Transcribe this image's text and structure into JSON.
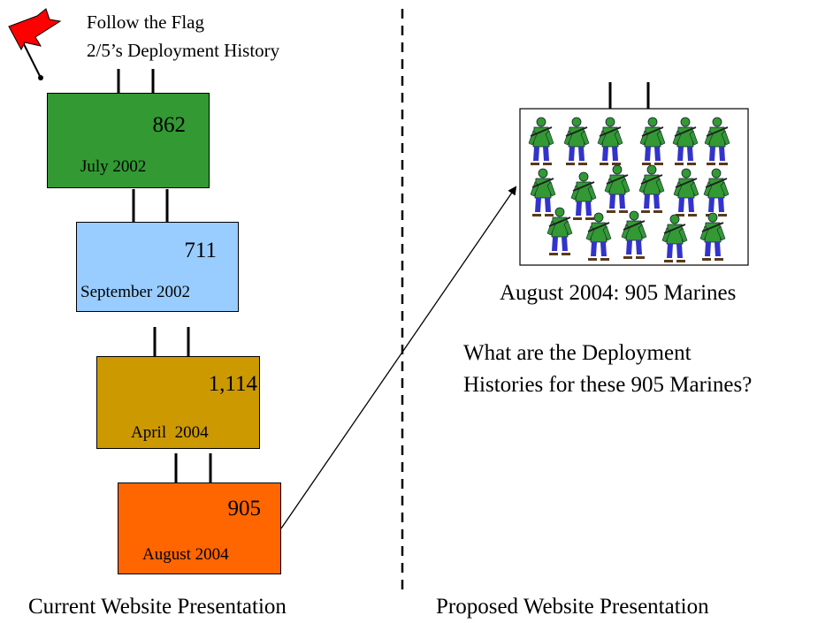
{
  "flag": {
    "line1": "Follow the Flag",
    "line2": "2/5’s Deployment History"
  },
  "timeline": [
    {
      "count": "862",
      "date": "July 2002",
      "color": "#339933"
    },
    {
      "count": "711",
      "date": "September 2002",
      "color": "#99ccff"
    },
    {
      "count": "1,114",
      "date": "April  2004",
      "color": "#cc9900"
    },
    {
      "count": "905",
      "date": "August 2004",
      "color": "#ff6600"
    }
  ],
  "proposed": {
    "caption": "August 2004: 905 Marines",
    "question_line1": "What are the Deployment",
    "question_line2": "Histories for these 905 Marines?"
  },
  "captions": {
    "left": "Current Website Presentation",
    "right": "Proposed Website Presentation"
  },
  "colors": {
    "flag": "#ff0000",
    "marine_uniform": "#339933",
    "marine_boots": "#3333cc",
    "divider": "#000000"
  }
}
